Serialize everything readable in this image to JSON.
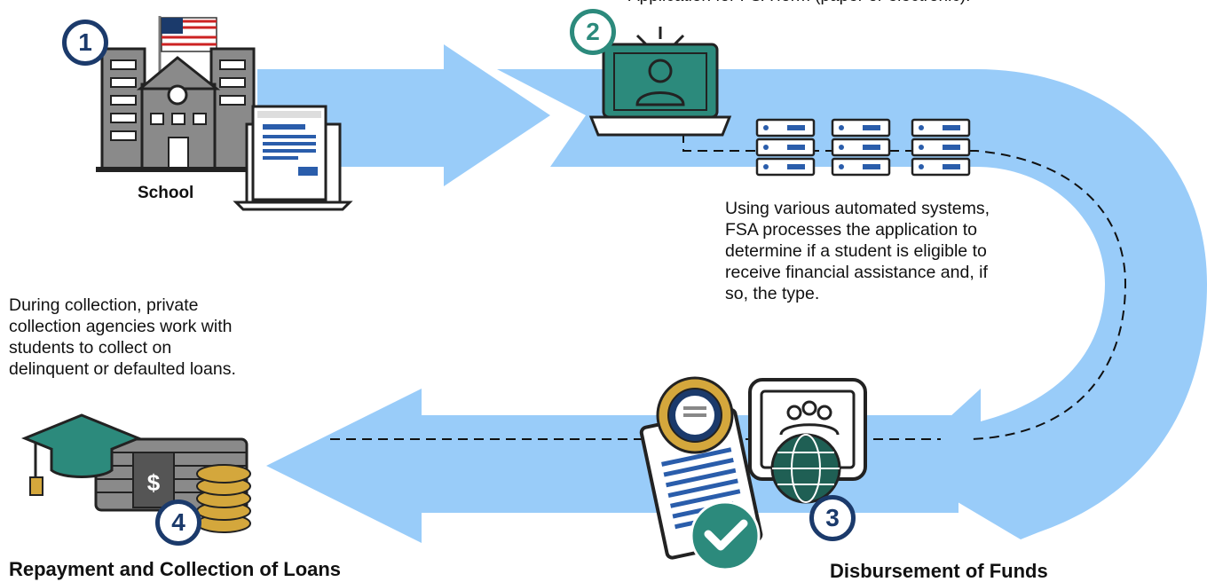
{
  "colors": {
    "arrow": "#99ccf9",
    "navy": "#1b3a6b",
    "teal": "#2c8a7c",
    "gray": "#8a8a8a",
    "gold": "#d4a73c"
  },
  "steps": [
    {
      "number": "1",
      "label": "School",
      "icon": "school-building-icon"
    },
    {
      "number": "2",
      "label": "Application for FSA form (paper or electronic).",
      "icon": "laptop-user-icon"
    },
    {
      "number": "3",
      "label": "Disbursement of Funds",
      "icon": "certificate-globe-icon"
    },
    {
      "number": "4",
      "label": "Repayment and Collection of Loans",
      "icon": "money-coins-cap-icon"
    }
  ],
  "texts": {
    "processing": "Using various automated systems,\nFSA processes the application to\ndetermine if a student is eligible to\nreceive financial assistance and, if\nso, the type.",
    "collection": "During collection, private\ncollection agencies work with\nstudents to collect on\ndelinquent or defaulted loans."
  }
}
